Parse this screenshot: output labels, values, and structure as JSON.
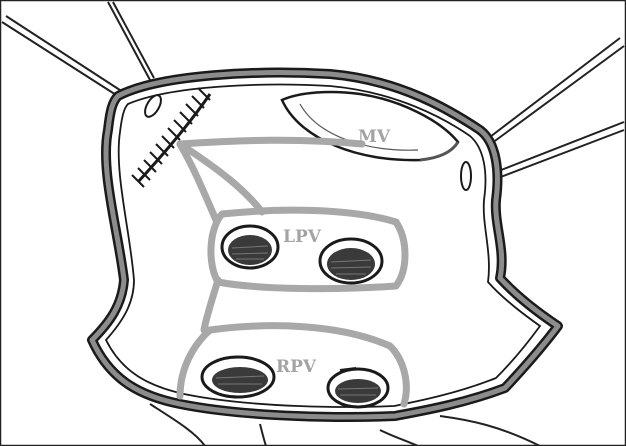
{
  "diagram": {
    "labels": {
      "mitral_valve": "MV",
      "left_pulmonary_veins": "LPV",
      "right_pulmonary_veins": "RPV"
    },
    "colors": {
      "background": "#ffffff",
      "outline": "#1a1a1a",
      "atrial_wall": "#8c8c8c",
      "lesion_lines": "#a8a8a8",
      "label_text": "#a3a3a3",
      "vein_fill": "#3a3a3a"
    }
  }
}
